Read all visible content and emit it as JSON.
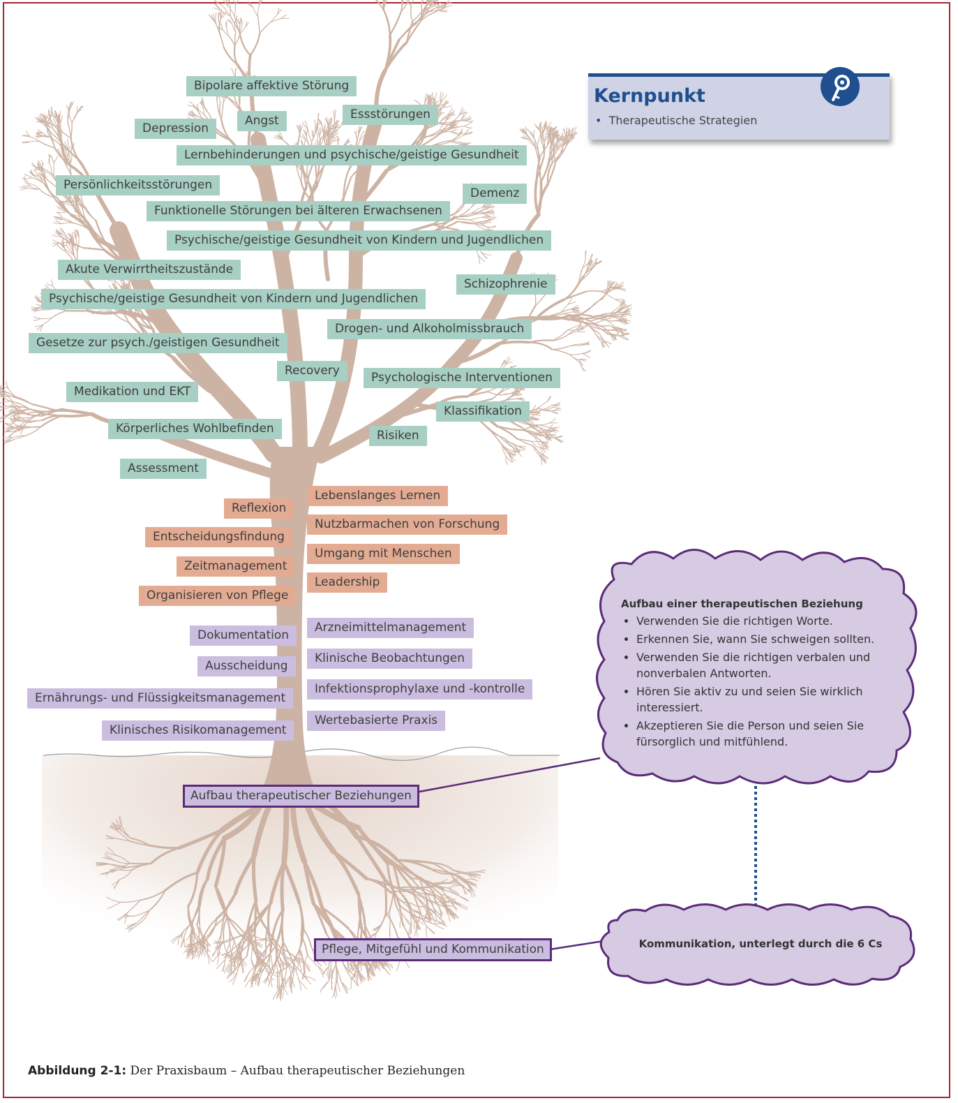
{
  "kernpunkt": {
    "title": "Kernpunkt",
    "item": "Therapeutische Strategien",
    "badge_icon": "key-icon"
  },
  "crown_labels": [
    "Bipolare affektive Störung",
    "Essstörungen",
    "Angst",
    "Depression",
    "Lernbehinderungen und psychische/geistige Gesundheit",
    "Persönlichkeitsstörungen",
    "Demenz",
    "Funktionelle Störungen bei älteren Erwachsenen",
    "Psychische/geistige Gesundheit von Kindern und Jugendlichen",
    "Akute Verwirrtheitszustände",
    "Schizophrenie",
    "Psychische/geistige Gesundheit von Kindern und Jugendlichen",
    "Drogen- und Alkoholmissbrauch",
    "Gesetze zur psych./geistigen Gesundheit",
    "Recovery",
    "Psychologische Interventionen",
    "Medikation und EKT",
    "Klassifikation",
    "Körperliches Wohlbefinden",
    "Risiken",
    "Assessment"
  ],
  "trunk_orange_labels": [
    "Lebenslanges Lernen",
    "Reflexion",
    "Nutzbarmachen von Forschung",
    "Entscheidungsfindung",
    "Umgang mit Menschen",
    "Zeitmanagement",
    "Leadership",
    "Organisieren von Pflege"
  ],
  "trunk_purple_labels": [
    "Arzneimittelmanagement",
    "Dokumentation",
    "Klinische Beobachtungen",
    "Ausscheidung",
    "Infektionsprophylaxe und -kontrolle",
    "Ernährungs- und Flüssigkeitsmanagement",
    "Wertebasierte Praxis",
    "Klinisches Risikomanagement"
  ],
  "root_labels": {
    "upper": "Aufbau therapeutischer Beziehungen",
    "lower": "Pflege, Mitgefühl und Kommunikation"
  },
  "cloud_upper": {
    "heading": "Aufbau einer therapeutischen Beziehung",
    "items": [
      "Verwenden Sie die richtigen Worte.",
      "Erkennen Sie, wann Sie schweigen sollten.",
      "Verwenden Sie die richtigen verbalen und nonverbalen Antworten.",
      "Hören Sie aktiv zu und seien Sie wirklich interessiert.",
      "Akzeptieren Sie die Person und seien Sie fürsorglich und mitfühlend."
    ]
  },
  "cloud_lower": {
    "text": "Kommunikation, unterlegt durch die 6 Cs"
  },
  "caption": {
    "label": "Abbildung 2-1:",
    "text": "Der Praxisbaum – Aufbau therapeutischer Beziehungen"
  },
  "colors": {
    "frame": "#a4262c",
    "green": "#a8cfc3",
    "orange": "#e4ab93",
    "purple": "#cbbde0",
    "purple_border": "#5b2a78",
    "tree": "#cdb3a4",
    "accent_blue": "#1f4f8f"
  }
}
